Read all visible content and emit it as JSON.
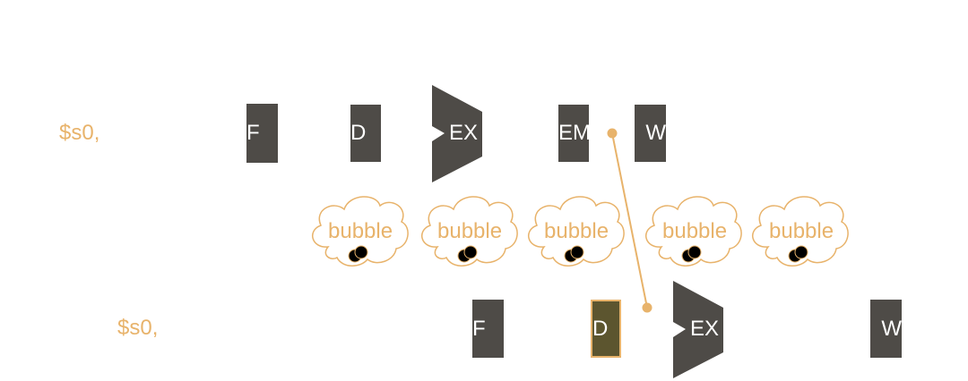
{
  "instr1": {
    "reg": "$s0,"
  },
  "instr2": {
    "reg": "$s0,"
  },
  "row1_stages": {
    "f": "F",
    "d": "D",
    "ex": "EX",
    "m": "EM",
    "w": "W"
  },
  "row2_stages": {
    "f": "F",
    "d": "D",
    "ex": "EX",
    "w": "W"
  },
  "bubbles": [
    "bubble",
    "bubble",
    "bubble",
    "bubble",
    "bubble"
  ],
  "colors": {
    "stage": "#4E4B47",
    "highlight_stage": "#5C552F",
    "accent": "#E8B36B",
    "stage_text": "#ffffff"
  }
}
